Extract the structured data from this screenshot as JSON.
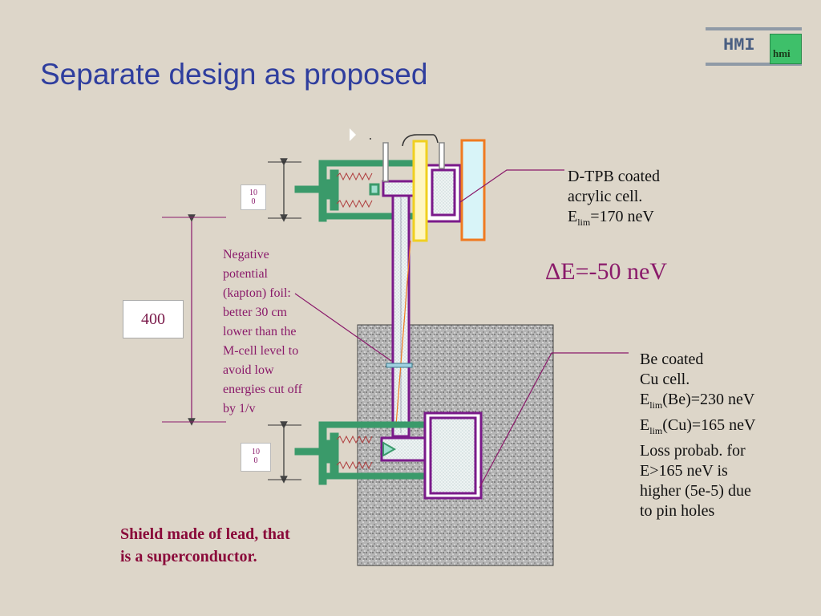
{
  "title": "Separate design as proposed",
  "logo": {
    "text": "HMI",
    "badge": "hmi"
  },
  "labels": {
    "dim_top": "100",
    "dim_bottom": "100",
    "dim_400": "400",
    "negative_foil": [
      "Negative",
      "potential",
      "(kapton) foil:",
      "better 30 cm",
      "lower than the",
      "M-cell level to",
      "avoid low",
      "energies cut off",
      "by 1/v"
    ],
    "dtpb_line1": "D-TPB coated",
    "dtpb_line2": "acrylic cell.",
    "dtpb_e_prefix": "E",
    "dtpb_e_sub": "lim",
    "dtpb_e_value": "=170 neV",
    "delta_e": "ΔE=-50 neV",
    "be_line1": "Be coated",
    "be_line2": "Cu cell.",
    "be_e1_prefix": "E",
    "be_e1_sub": "lim",
    "be_e1_value": "(Be)=230 neV",
    "be_e2_prefix": "E",
    "be_e2_sub": "lim",
    "be_e2_value": "(Cu)=165 neV",
    "be_line5": "Loss probab. for",
    "be_line6": "E>165 neV is",
    "be_line7": "higher (5e-5) due",
    "be_line8": "to pin holes",
    "shield_line1": "Shield made of lead, that",
    "shield_line2": "is a superconductor."
  },
  "colors": {
    "title": "#2f3e9e",
    "green": "#3a9a6a",
    "purple": "#7a1a8a",
    "orange": "#f07a20",
    "yellow": "#f0d020",
    "cyan": "#a0e0f0",
    "annotation": "#8a1a6a",
    "shield_text": "#8a0a3a"
  }
}
